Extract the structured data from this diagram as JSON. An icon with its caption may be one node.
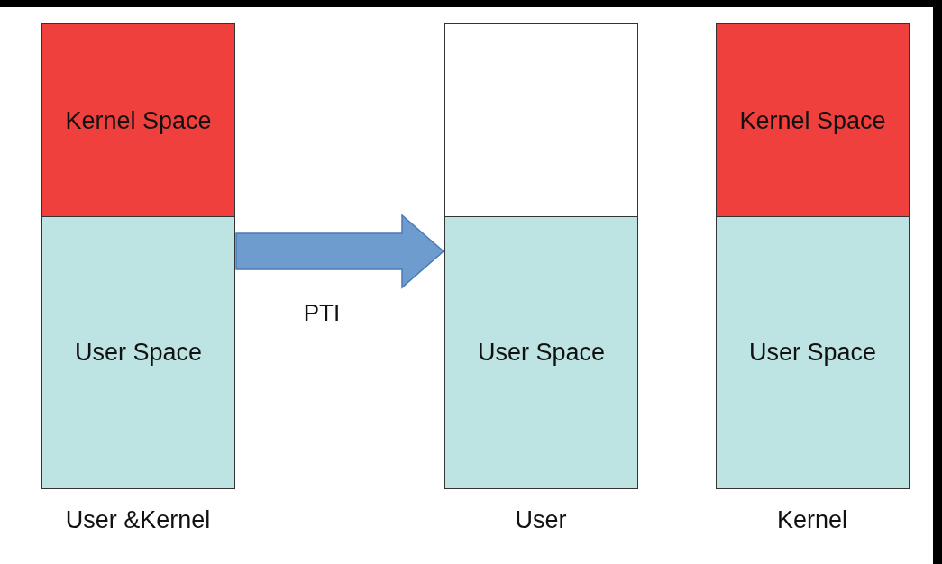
{
  "diagram": {
    "nodes": [
      {
        "text": [
          "Kernel Space"
        ]
      },
      {
        "text": [
          "User Space"
        ]
      },
      {
        "text": [],
        "shape": "box"
      },
      {
        "text": [
          "User Space"
        ]
      },
      {
        "text": [
          "Kernel Space"
        ]
      },
      {
        "text": [
          "User Space"
        ]
      }
    ],
    "edges": [
      {
        "from": 1,
        "to": 3,
        "arrow": "to",
        "label": "PTI",
        "style": "thick"
      }
    ],
    "labels": [
      "User &Kernel",
      "User",
      "Kernel"
    ]
  }
}
